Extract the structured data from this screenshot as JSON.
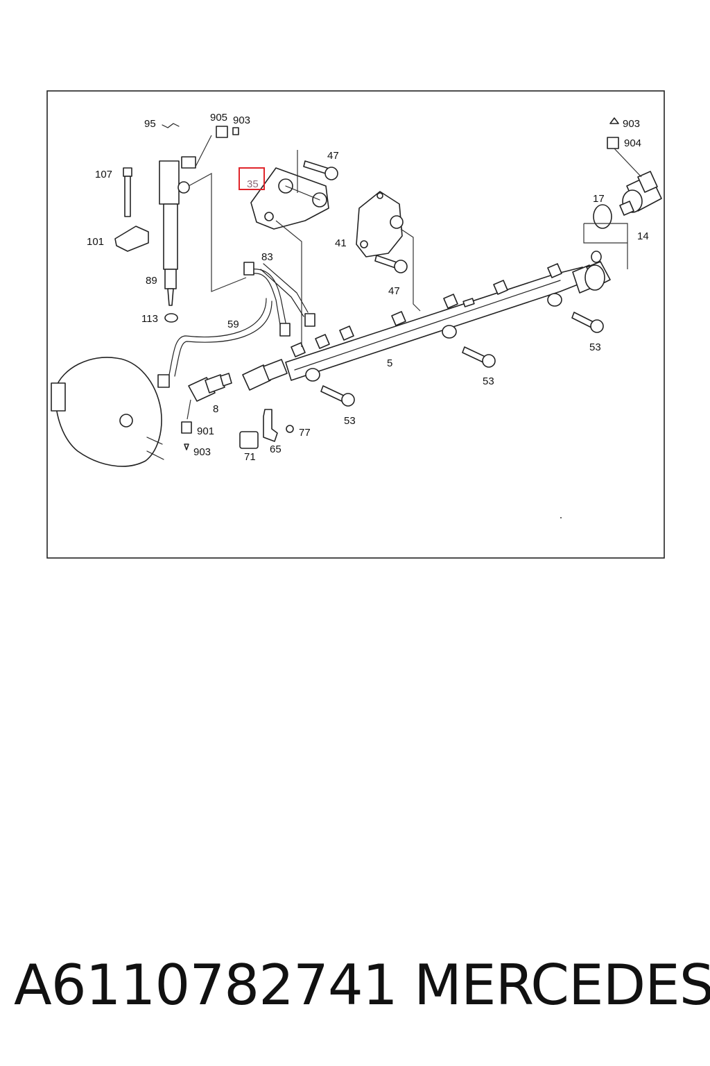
{
  "callouts": [
    {
      "id": "95",
      "text": "95"
    },
    {
      "id": "905",
      "text": "905"
    },
    {
      "id": "903a",
      "text": "903"
    },
    {
      "id": "47a",
      "text": "47"
    },
    {
      "id": "35",
      "text": "35"
    },
    {
      "id": "903b",
      "text": "903"
    },
    {
      "id": "904",
      "text": "904"
    },
    {
      "id": "107",
      "text": "107"
    },
    {
      "id": "17",
      "text": "17"
    },
    {
      "id": "14",
      "text": "14"
    },
    {
      "id": "101",
      "text": "101"
    },
    {
      "id": "41",
      "text": "41"
    },
    {
      "id": "83",
      "text": "83"
    },
    {
      "id": "89",
      "text": "89"
    },
    {
      "id": "47b",
      "text": "47"
    },
    {
      "id": "113",
      "text": "113"
    },
    {
      "id": "59",
      "text": "59"
    },
    {
      "id": "53a",
      "text": "53"
    },
    {
      "id": "5",
      "text": "5"
    },
    {
      "id": "53b",
      "text": "53"
    },
    {
      "id": "8",
      "text": "8"
    },
    {
      "id": "53c",
      "text": "53"
    },
    {
      "id": "901",
      "text": "901"
    },
    {
      "id": "77",
      "text": "77"
    },
    {
      "id": "903c",
      "text": "903"
    },
    {
      "id": "65",
      "text": "65"
    },
    {
      "id": "71",
      "text": "71"
    }
  ],
  "highlighted_callout": "35",
  "caption": {
    "part_number": "A6110782741",
    "brand": "MERCEDES"
  },
  "colors": {
    "highlight_box": "#e0242a",
    "highlight_text": "#8a6a78",
    "line": "#222222"
  }
}
